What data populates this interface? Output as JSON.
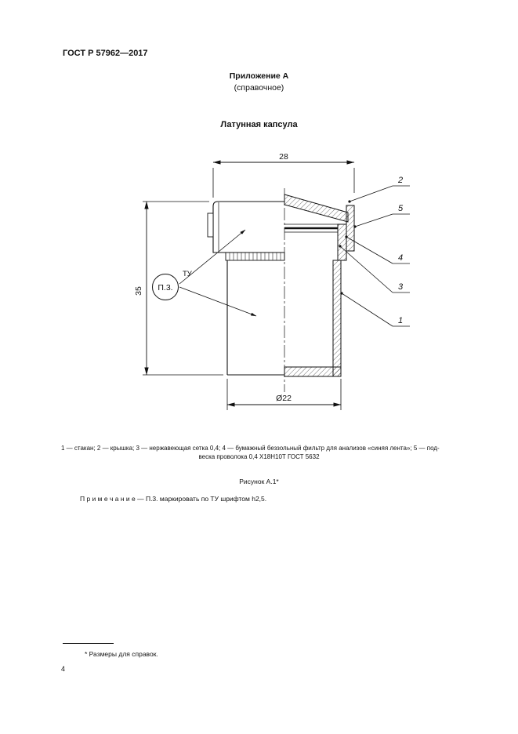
{
  "page": {
    "header": "ГОСТ Р 57962—2017",
    "appendix": {
      "title": "Приложение А",
      "subtitle": "(справочное)"
    },
    "figure_heading": "Латунная капсула",
    "page_number": "4"
  },
  "drawing": {
    "dims": {
      "width": "28",
      "height": "35",
      "diameter": "Ø22"
    },
    "marking": {
      "circle_label": "П.3.",
      "tu_label": "ТУ"
    },
    "callouts": {
      "c1": "1",
      "c2": "2",
      "c3": "3",
      "c4": "4",
      "c5": "5"
    }
  },
  "caption": {
    "legend_line1": "1 — стакан; 2 — крышка; 3 — нержавеющая сетка 0,4; 4 — бумажный беззольный фильтр для анализов «синяя лента»; 5 — под-",
    "legend_line2": "веска проволока 0,4 Х18Н10Т ГОСТ 5632",
    "figure_label": "Рисунок А.1*",
    "note": "П р и м е ч а н и е — П.3. маркировать по ТУ шрифтом h2,5.",
    "footnote": "* Размеры для справок."
  }
}
